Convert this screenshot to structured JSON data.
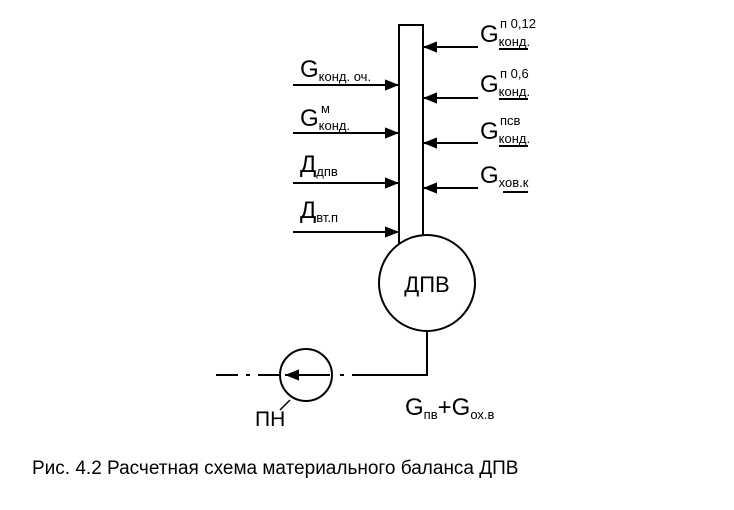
{
  "diagram": {
    "deaerator_label": "ДПВ",
    "pump_label": "ПН",
    "inputs_left": [
      {
        "main": "G",
        "sub": "конд. оч.",
        "sup": ""
      },
      {
        "main": "G",
        "sub": "конд.",
        "sup": "м"
      },
      {
        "main": "Д",
        "sub": "дпв",
        "sup": ""
      },
      {
        "main": "Д",
        "sub": "вт.п",
        "sup": ""
      }
    ],
    "inputs_right": [
      {
        "main": "G",
        "sub": "конд.",
        "sup": "п 0,12"
      },
      {
        "main": "G",
        "sub": "конд.",
        "sup": "п 0,6"
      },
      {
        "main": "G",
        "sub": "конд.",
        "sup": "псв"
      },
      {
        "main": "G",
        "sub": "хов.к",
        "sup": ""
      }
    ],
    "outlet": {
      "main1": "G",
      "sub1": "пв",
      "plus": "+",
      "main2": "G",
      "sub2": "ох.в"
    }
  },
  "caption": "Рис. 4.2 Расчетная схема материального баланса  ДПВ"
}
